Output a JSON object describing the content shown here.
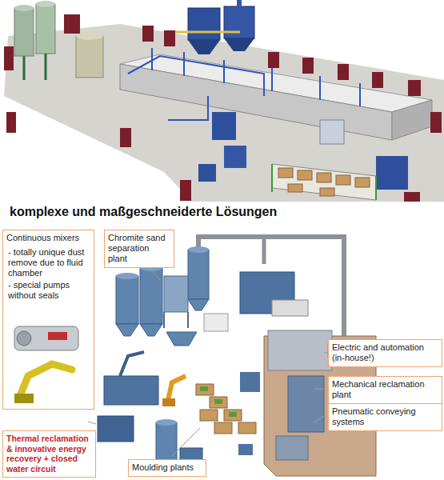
{
  "diagram": {
    "title": "komplexe und maßgeschneiderte Lösungen",
    "nodes": [
      {
        "text": [
          "Continuous mixers",
          "- totally unique dust remove due to fluid chamber",
          "- special pumps without seals"
        ]
      },
      {
        "text": [
          "Chromite sand separation plant"
        ]
      },
      {
        "text": [
          "Thermal reclamation & innovative energy recovery + closed water circuit"
        ]
      },
      {
        "text": [
          "Moulding plants"
        ]
      },
      {
        "text": [
          "Electric and automation (in-house!)"
        ]
      },
      {
        "text": [
          "Mechanical reclamation plant"
        ]
      },
      {
        "text": [
          "Pneumatic conveying systems"
        ]
      }
    ]
  }
}
